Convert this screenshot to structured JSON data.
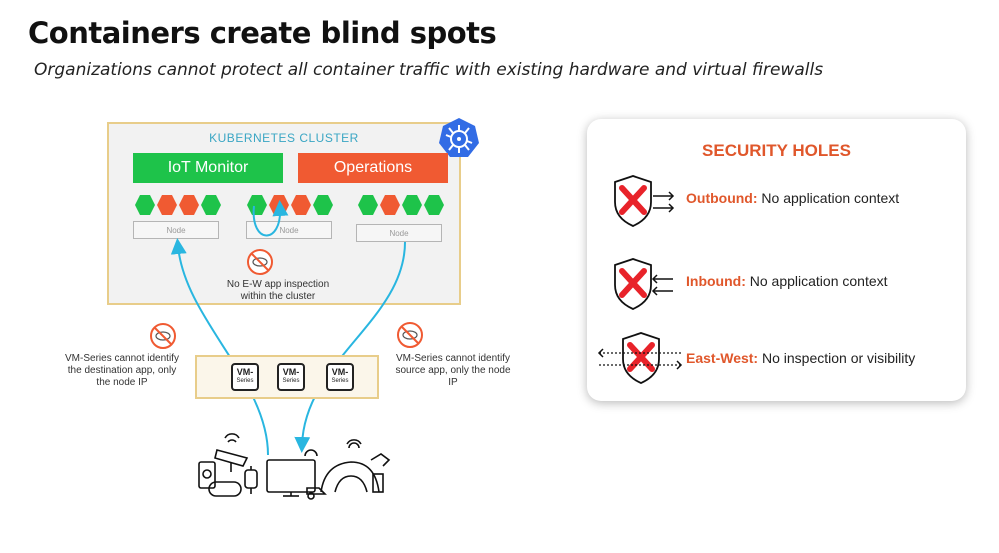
{
  "header": {
    "title": "Containers create blind spots",
    "subtitle": "Organizations cannot protect all container traffic with existing hardware and virtual firewalls"
  },
  "cluster": {
    "title": "KUBERNETES CLUSTER",
    "services": [
      "IoT Monitor",
      "Operations"
    ],
    "node_label": "Node",
    "ew_note_line1": "No E-W app inspection",
    "ew_note_line2": "within the cluster"
  },
  "vm_series": {
    "label_top": "VM-",
    "label_bottom": "Series",
    "left_note_line1": "VM-Series cannot identify",
    "left_note_line2": "the destination app, only",
    "left_note_line3": "the node IP",
    "right_note_line1": "VM-Series cannot identify",
    "right_note_line2": "source app, only the node",
    "right_note_line3": "IP"
  },
  "security_holes": {
    "title": "SECURITY HOLES",
    "items": [
      {
        "type": "Outbound:",
        "desc": "No application context"
      },
      {
        "type": "Inbound:",
        "desc": "No application context"
      },
      {
        "type": "East-West:",
        "desc": "No inspection or visibility"
      }
    ]
  },
  "colors": {
    "green": "#1ec34a",
    "red": "#f05a32",
    "cyan": "#29b6e0",
    "orange": "#e0572b",
    "accent_border": "#e8cd8a"
  }
}
